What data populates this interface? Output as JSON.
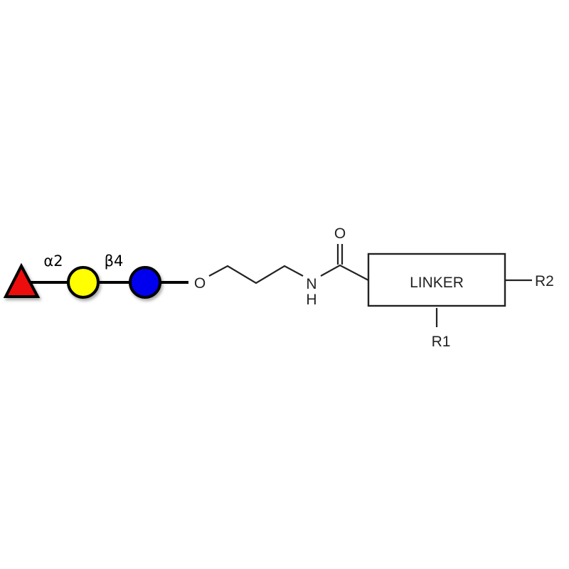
{
  "glycan": {
    "linkages": [
      "α2",
      "β4"
    ],
    "residues": [
      {
        "shape": "triangle",
        "color": "#ee1111"
      },
      {
        "shape": "circle",
        "color": "#ffff00"
      },
      {
        "shape": "circle",
        "color": "#0000ee"
      }
    ]
  },
  "spacer": {
    "oxygen": "O",
    "nitrogen": "N",
    "hydrogen": "H",
    "carbonyl_oxygen": "O"
  },
  "linker": {
    "label": "LINKER",
    "r1": "R1",
    "r2": "R2"
  }
}
